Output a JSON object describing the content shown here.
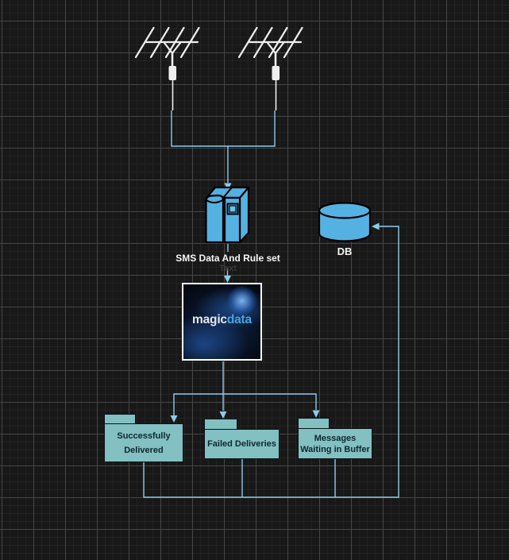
{
  "diagram": {
    "server": {
      "label": "SMS Data And Rule set",
      "placeholder": "Text"
    },
    "db": {
      "label": "DB"
    },
    "magicdata": {
      "word1": "magic",
      "word2": "data"
    },
    "folders": [
      {
        "lines": [
          "Successfully",
          "Delivered"
        ]
      },
      {
        "lines": [
          "Failed Deliveries"
        ]
      },
      {
        "lines": [
          "Messages",
          "Waiting in Buffer"
        ]
      }
    ],
    "icons": [
      "antenna-icon",
      "server-icon",
      "database-cylinder-icon",
      "folder-icon",
      "arrowhead-icon"
    ],
    "colors": {
      "canvas_bg": "#181818",
      "grid_minor": "#222222",
      "grid_major": "#464646",
      "node_blue": "#55b1e1",
      "connector_blue": "#8ccbec",
      "folder_teal": "#82c0c2",
      "folder_border": "#0b1318",
      "folder_text": "#10282e",
      "icon_white": "#efefef",
      "label_white": "#f5f5f5",
      "placeholder_gray": "#3a3a3a",
      "magicdata_data_blue": "#4aa3dd"
    }
  }
}
